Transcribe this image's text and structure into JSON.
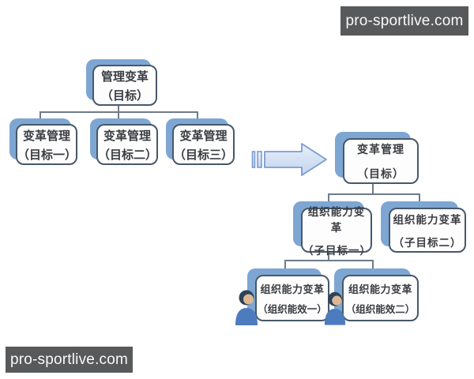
{
  "watermark_top_right": {
    "text": "pro-sportlive.com"
  },
  "watermark_bottom_left": {
    "text": "pro-sportlive.com"
  },
  "left_chart": {
    "root": {
      "line1": "管理变革",
      "line2": "（目标）"
    },
    "children": [
      {
        "line1": "变革管理",
        "line2": "（目标一）"
      },
      {
        "line1": "变革管理",
        "line2": "（目标二）"
      },
      {
        "line1": "变革管理",
        "line2": "（目标三）"
      }
    ]
  },
  "right_chart": {
    "root": {
      "line1": "变革管理",
      "line2": "（目标）"
    },
    "mid": [
      {
        "line1": "组织能力变革",
        "line2": "（子目标一）"
      },
      {
        "line1": "组织能力变革",
        "line2": "（子目标二）"
      }
    ],
    "bottom": [
      {
        "line1": "组织能力变革",
        "line2": "（组织能效一）",
        "icon": "person"
      },
      {
        "line1": "组织能力变革",
        "line2": "（组织能效二）",
        "icon": "person"
      }
    ]
  },
  "icons": {
    "arrow": "right-block-arrow",
    "person": "person-figure"
  },
  "colors": {
    "shadow_blue": "#7ea6d3",
    "card_border": "#47586a",
    "card_bg": "#fdfdfd",
    "text": "#3a3d42",
    "connector": "#6e7b8a",
    "watermark_bg": "#58595a",
    "watermark_text": "#fafafa",
    "arrow_fill_top": "#e8eff9",
    "arrow_fill_bottom": "#c2d4ee",
    "arrow_border": "#7b9cd0",
    "person_body": "#4d7cbe",
    "person_head_dark": "#2f4258",
    "person_face": "#dcb894"
  }
}
